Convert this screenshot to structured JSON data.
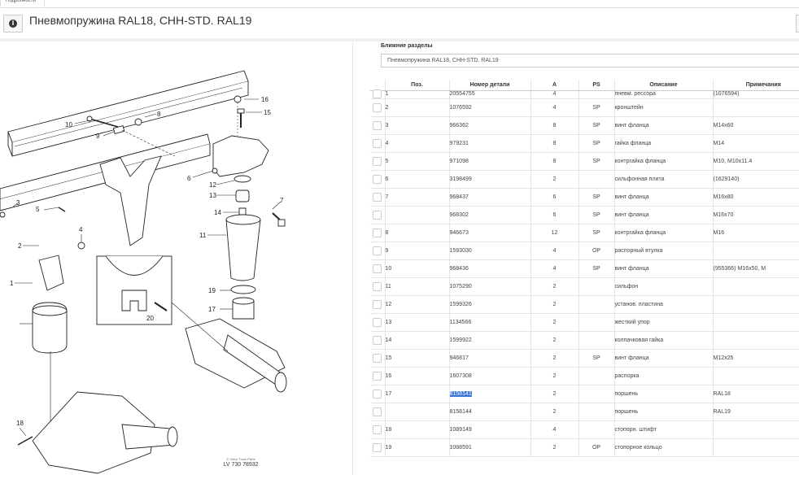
{
  "tabs": [
    {
      "label": "Подробности"
    }
  ],
  "header": {
    "title": "Пневмопружина RAL18, CHH-STD. RAL19",
    "info_icon": "info-icon"
  },
  "diagram": {
    "callouts": [
      "16",
      "15",
      "10",
      "8",
      "9",
      "7",
      "6",
      "12",
      "13",
      "14",
      "11",
      "3",
      "5",
      "4",
      "2",
      "1",
      "19",
      "17",
      "20",
      "18"
    ],
    "copyright_line1": "© Volvo Truck Parts",
    "copyright_line2": "LV 730 78932"
  },
  "nearby": {
    "label": "Ближние разделы",
    "value": "Пневмопружина RAL18, CHH-STD. RAL19"
  },
  "table": {
    "columns": {
      "pos": "Поз.",
      "part_number": "Номер детали",
      "qty": "A",
      "ps": "PS",
      "description": "Описание",
      "notes": "Примечания"
    },
    "rows": [
      {
        "pos": "1",
        "part": "20554755",
        "qty": "4",
        "ps": "",
        "desc": "пневм. рессора",
        "note": "(1076594)"
      },
      {
        "pos": "2",
        "part": "1076592",
        "qty": "4",
        "ps": "SP",
        "desc": "кронштейн",
        "note": ""
      },
      {
        "pos": "3",
        "part": "966362",
        "qty": "8",
        "ps": "SP",
        "desc": "винт фланца",
        "note": "M14x60"
      },
      {
        "pos": "4",
        "part": "979231",
        "qty": "8",
        "ps": "SP",
        "desc": "гайка фланца",
        "note": "M14"
      },
      {
        "pos": "5",
        "part": "971098",
        "qty": "8",
        "ps": "SP",
        "desc": "контргайка фланца",
        "note": "M10, M10x11.4"
      },
      {
        "pos": "6",
        "part": "3198499",
        "qty": "2",
        "ps": "",
        "desc": "сильфонная плита",
        "note": "(1629140)"
      },
      {
        "pos": "7",
        "part": "968437",
        "qty": "6",
        "ps": "SP",
        "desc": "винт фланца",
        "note": "M16x80"
      },
      {
        "pos": "",
        "part": "968302",
        "qty": "6",
        "ps": "SP",
        "desc": "винт фланца",
        "note": "M16x70"
      },
      {
        "pos": "8",
        "part": "946673",
        "qty": "12",
        "ps": "SP",
        "desc": "контргайка фланца",
        "note": "M16"
      },
      {
        "pos": "9",
        "part": "1593030",
        "qty": "4",
        "ps": "OP",
        "desc": "распорный втулка",
        "note": ""
      },
      {
        "pos": "10",
        "part": "968436",
        "qty": "4",
        "ps": "SP",
        "desc": "винт фланца",
        "note": "(955366) M16x50, M"
      },
      {
        "pos": "11",
        "part": "1075290",
        "qty": "2",
        "ps": "",
        "desc": "сильфон",
        "note": ""
      },
      {
        "pos": "12",
        "part": "1599326",
        "qty": "2",
        "ps": "",
        "desc": "установ. пластина",
        "note": ""
      },
      {
        "pos": "13",
        "part": "1134566",
        "qty": "2",
        "ps": "",
        "desc": "жесткий упор",
        "note": ""
      },
      {
        "pos": "14",
        "part": "1599922",
        "qty": "2",
        "ps": "",
        "desc": "колпачковая гайка",
        "note": ""
      },
      {
        "pos": "15",
        "part": "946817",
        "qty": "2",
        "ps": "SP",
        "desc": "винт фланца",
        "note": "M12x25"
      },
      {
        "pos": "16",
        "part": "1607308",
        "qty": "2",
        "ps": "",
        "desc": "распорка",
        "note": ""
      },
      {
        "pos": "17",
        "part": "8158141",
        "qty": "2",
        "ps": "",
        "desc": "поршень",
        "note": "RAL18",
        "highlight": true
      },
      {
        "pos": "",
        "part": "8158144",
        "qty": "2",
        "ps": "",
        "desc": "поршень",
        "note": "RAL19"
      },
      {
        "pos": "18",
        "part": "1089149",
        "qty": "4",
        "ps": "",
        "desc": "стопорн. штифт",
        "note": ""
      },
      {
        "pos": "19",
        "part": "1088591",
        "qty": "2",
        "ps": "OP",
        "desc": "стопорное кольцо",
        "note": ""
      }
    ]
  },
  "colors": {
    "highlight": "#3875d7",
    "border": "#e5e5e5"
  }
}
